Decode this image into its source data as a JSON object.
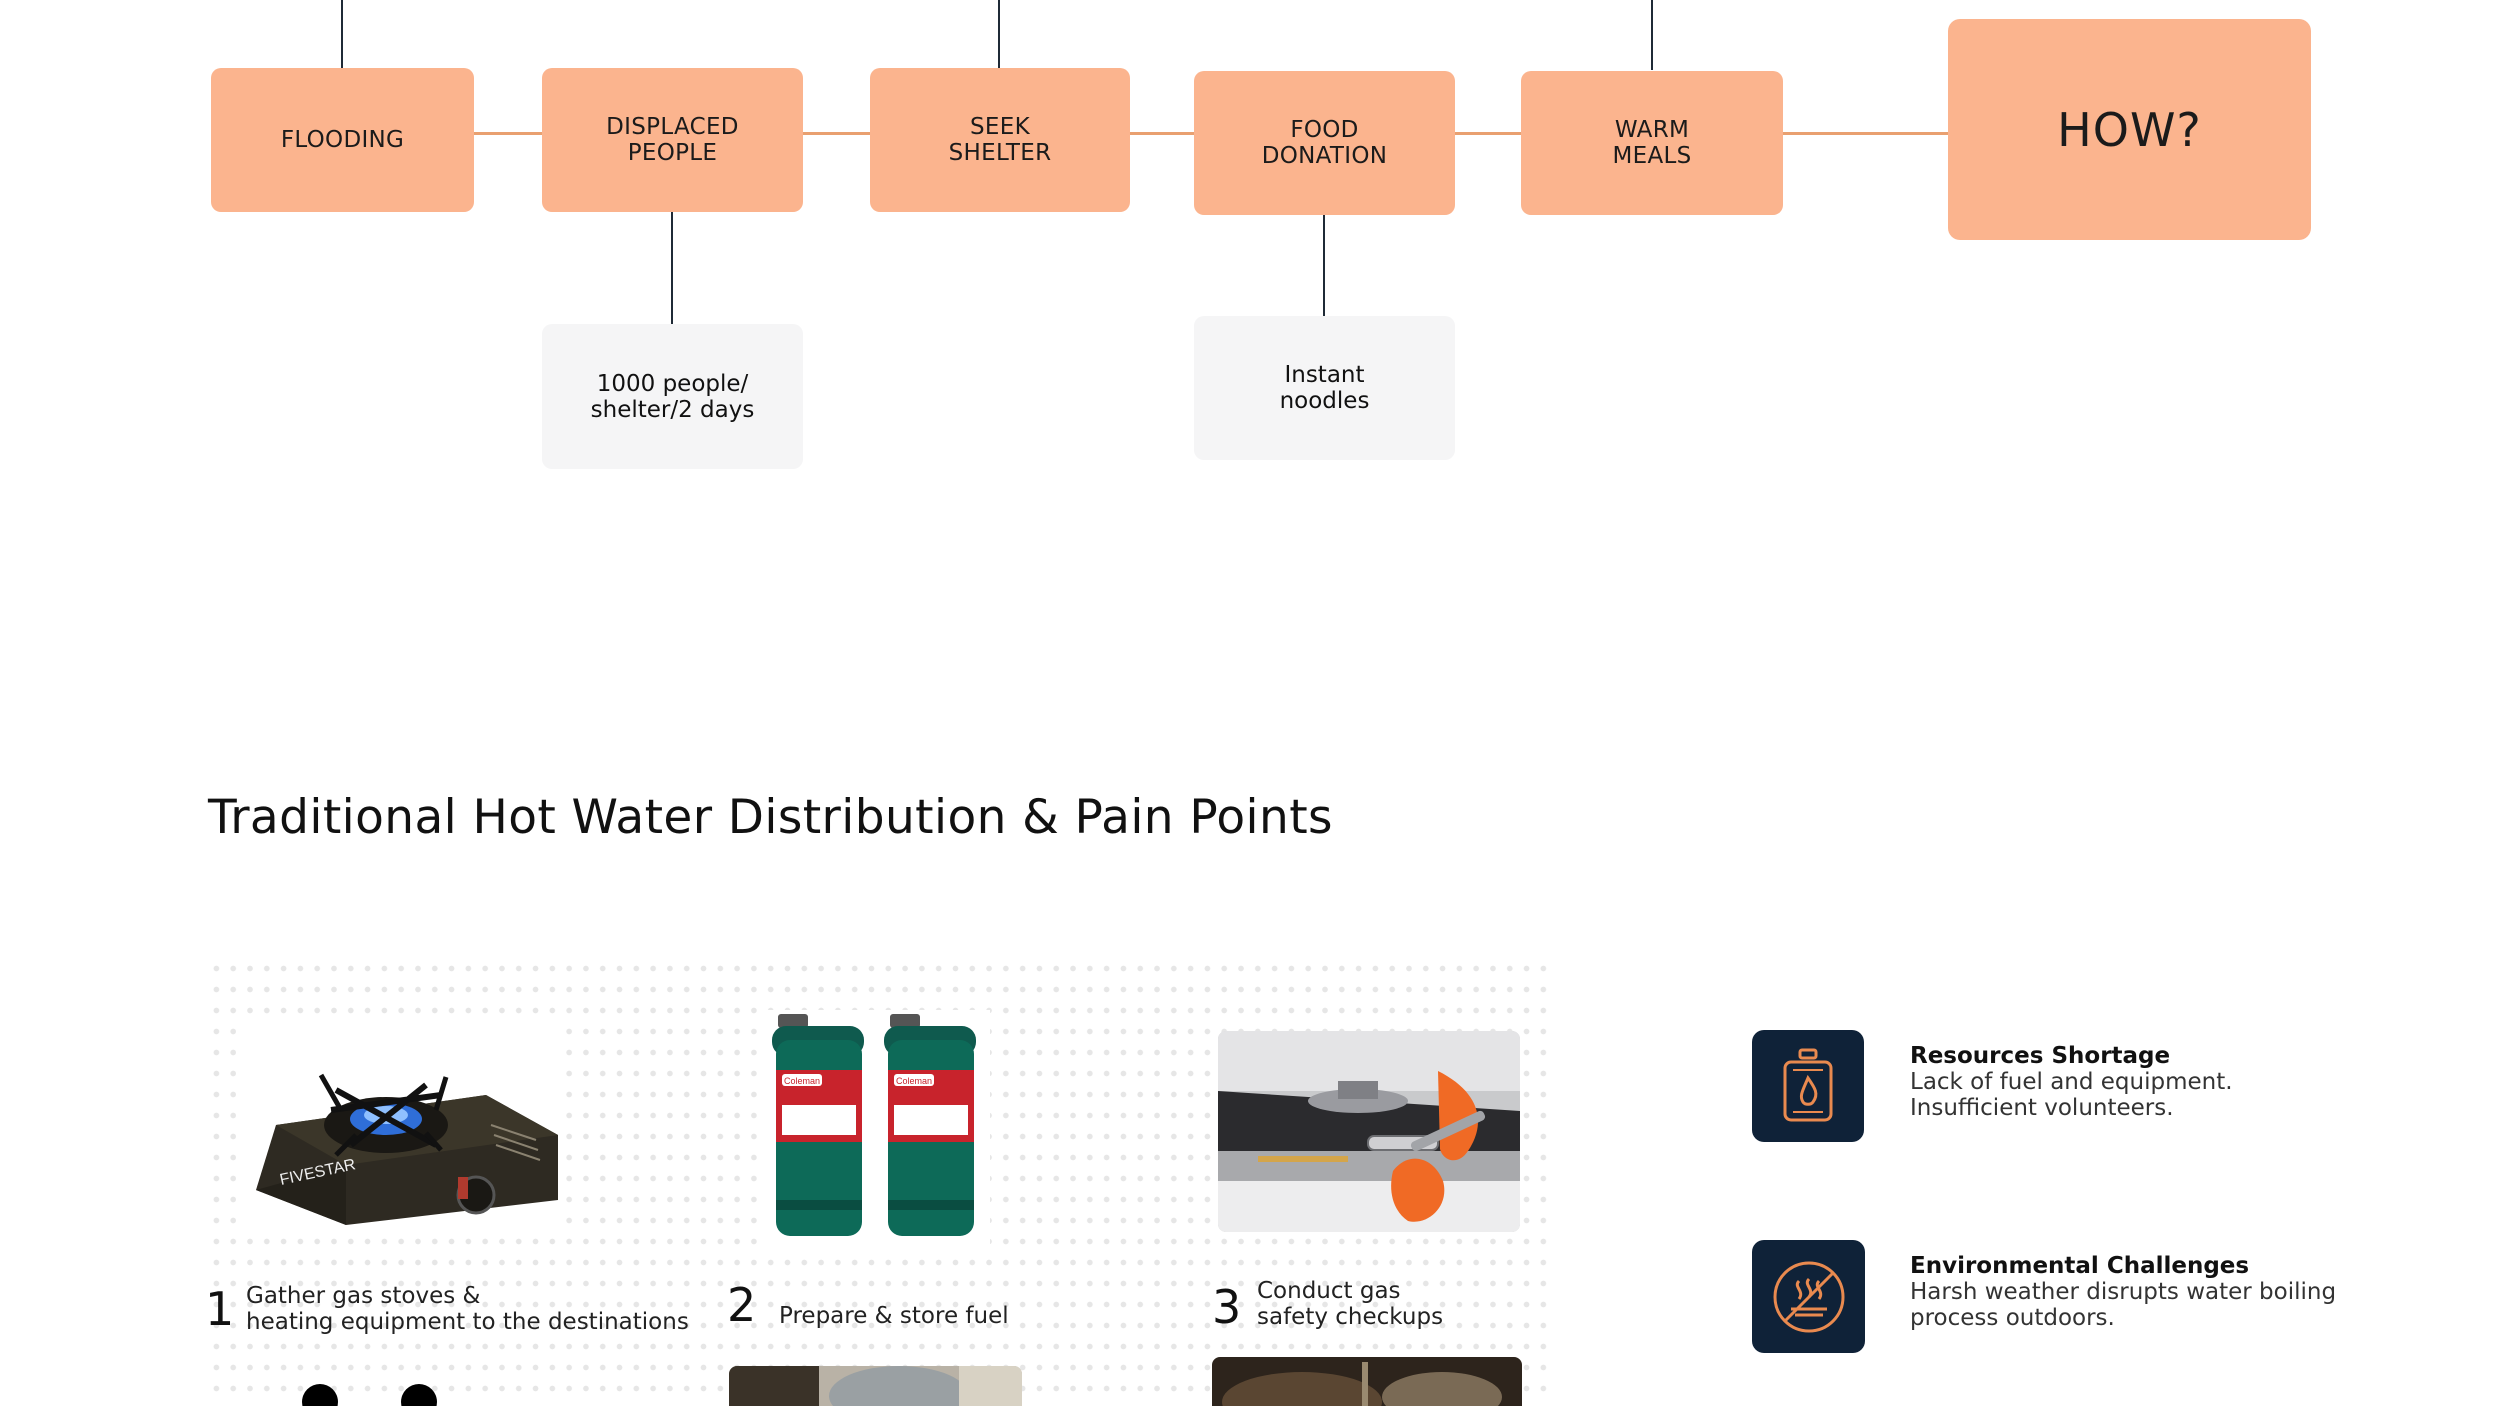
{
  "flow": {
    "nodes": [
      {
        "id": "flooding",
        "label": "FLOODING"
      },
      {
        "id": "displaced",
        "label": "DISPLACED\nPEOPLE"
      },
      {
        "id": "shelter",
        "label": "SEEK\nSHELTER"
      },
      {
        "id": "food",
        "label": "FOOD\nDONATION"
      },
      {
        "id": "warm",
        "label": "WARM\nMEALS"
      },
      {
        "id": "how",
        "label": "HOW?"
      }
    ],
    "subnodes": [
      {
        "id": "capacity",
        "label": "1000 people/\nshelter/2 days"
      },
      {
        "id": "noodles",
        "label": "Instant\nnoodles"
      }
    ]
  },
  "section": {
    "title": "Traditional Hot Water Distribution & Pain Points"
  },
  "steps": [
    {
      "number": "1",
      "text": "Gather gas stoves &\nheating equipment to the destinations",
      "image_icon": "camping-gas-stove"
    },
    {
      "number": "2",
      "text": "Prepare & store fuel",
      "image_icon": "propane-canisters"
    },
    {
      "number": "3",
      "text": "Conduct gas\nsafety checkups",
      "image_icon": "wrench-gas-fitting"
    }
  ],
  "canister_brand": "Coleman",
  "pain_points": [
    {
      "title": "Resources Shortage",
      "description": "Lack of fuel and equipment.\nInsufficient volunteers.",
      "icon": "gas-cylinder-icon"
    },
    {
      "title": "Environmental Challenges",
      "description": "Harsh weather disrupts water boiling\nprocess outdoors.",
      "icon": "no-heat-icon"
    }
  ],
  "colors": {
    "node_fill": "#fbb48e",
    "connector": "#e9a070",
    "subnode_fill": "#f5f5f6",
    "icon_bg": "#0f2238",
    "icon_stroke": "#e98a4f"
  }
}
